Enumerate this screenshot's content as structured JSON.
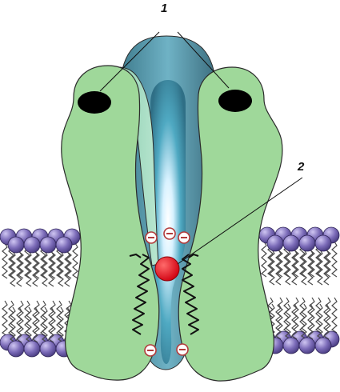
{
  "labels": {
    "callout_1": "1",
    "callout_2": "2"
  },
  "colors": {
    "membrane_head": "#6a5aa3",
    "membrane_head_light": "#b8aee0",
    "lipid_tail": "#4a4a4a",
    "subunit_fill": "#9fd89a",
    "subunit_stroke": "#2b2b2b",
    "channel_core": "#7fb3c4",
    "channel_glow": "#e8f7ff",
    "binding_site_red": "#e8121a",
    "negative_charge_ring": "#b23a3a",
    "gate_chain": "#111111"
  },
  "icons": {
    "negative_charge": "minus-in-circle",
    "binding_site": "red-dot"
  }
}
